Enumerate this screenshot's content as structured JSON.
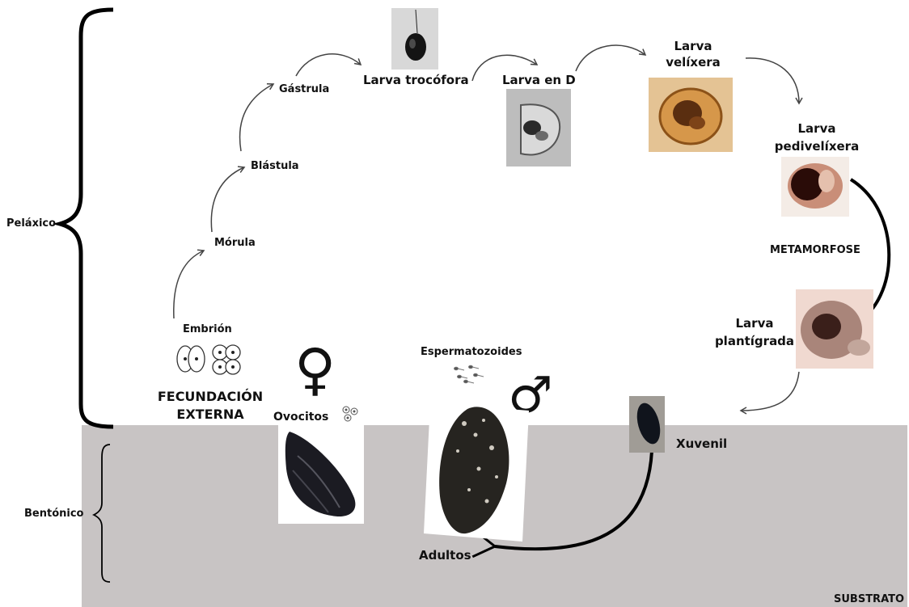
{
  "zones": {
    "pelagic": "Peláxico",
    "benthic": "Bentónico",
    "substrate": "SUBSTRATO"
  },
  "stages": {
    "embryo": "Embrión",
    "morula": "Mórula",
    "blastula": "Blástula",
    "gastrula": "Gástrula",
    "trochophore": "Larva trocófora",
    "d_larva": "Larva en D",
    "veliger_1": "Larva",
    "veliger_2": "velíxera",
    "pediveliger_1": "Larva",
    "pediveliger_2": "pedivelíxera",
    "metamorphosis": "METAMORFOSE",
    "plantigrade_1": "Larva",
    "plantigrade_2": "plantígrada",
    "juvenile": "Xuvenil",
    "adults": "Adultos",
    "oocytes": "Ovocitos",
    "sperm": "Espermatozoides",
    "fertilization_1": "FECUNDACIÓN",
    "fertilization_2": "EXTERNA"
  },
  "symbols": {
    "female": "♀",
    "male": "♂"
  },
  "colors": {
    "substrate": "#c8c4c4",
    "arrow_thin": "#444444",
    "arrow_bold": "#000000"
  }
}
